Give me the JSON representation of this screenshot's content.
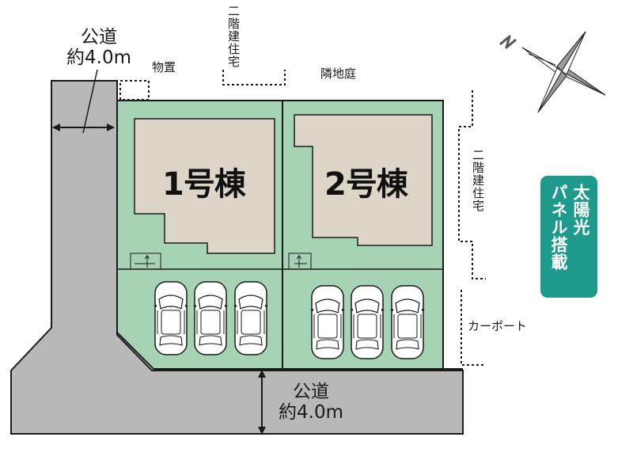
{
  "road_top": {
    "line1": "公道",
    "line2": "約4.0m"
  },
  "road_bottom": {
    "line1": "公道",
    "line2": "約4.0m"
  },
  "storage_label": "物置",
  "neighbor_top": "二階建住宅",
  "neighbor_right": "二階建住宅",
  "neighbor_garden": "隣地庭",
  "house1_label": "1号棟",
  "house2_label": "2号棟",
  "carport_label": "カーポート",
  "solar_badge": {
    "col1": "太陽光",
    "col2": "パネル搭載"
  },
  "colors": {
    "road": "#b8b8b8",
    "lot": "#a7d3b5",
    "building": "#ddd6c8",
    "badge": "#1e9a8c",
    "outline": "#1a1a1a"
  },
  "compass_icon": "north-arrow-compass"
}
